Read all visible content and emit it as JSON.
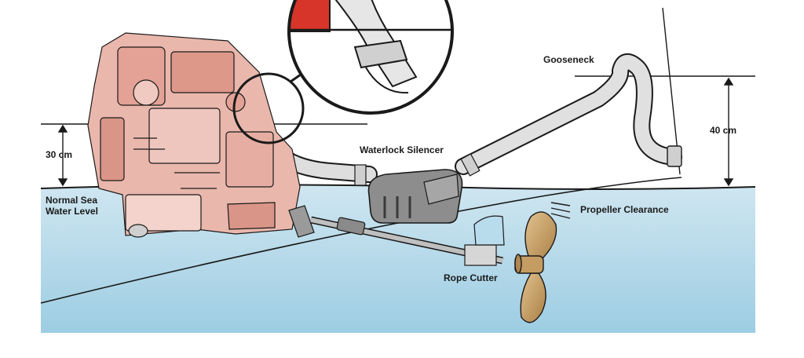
{
  "labels": {
    "gooseneck": "Gooseneck",
    "waterlock_silencer": "Waterlock Silencer",
    "height_engine": "30 cm",
    "height_gooseneck": "40 cm",
    "sea_level_line1": "Normal Sea",
    "sea_level_line2": "Water Level",
    "propeller_clearance": "Propeller Clearance",
    "rope_cutter": "Rope Cutter"
  },
  "colors": {
    "sea_top": "#cfe6f0",
    "sea_bottom": "#9dcde3",
    "engine": "#e9b3a8",
    "engine_dark": "#c98679",
    "hose": "#d9d9d9",
    "propeller": "#c9a26b",
    "outline": "#1a1a1a"
  }
}
